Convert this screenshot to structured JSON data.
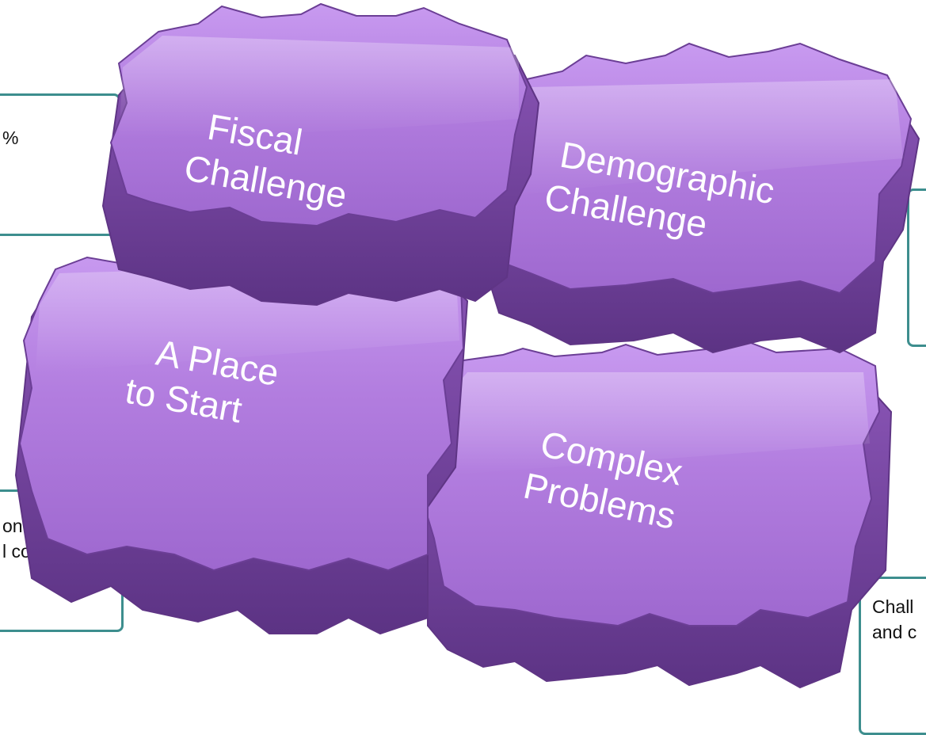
{
  "pieces": {
    "fiscal": {
      "line1": "Fiscal",
      "line2": "Challenge"
    },
    "demographic": {
      "line1": "Demographic",
      "line2": "Challenge"
    },
    "place": {
      "line1": "A Place",
      "line2": "to Start"
    },
    "complex": {
      "line1": "Complex",
      "line2": "Problems"
    }
  },
  "callouts": {
    "top_left": {
      "text": "%"
    },
    "bottom_left": {
      "line1": "on",
      "line2": "l costs"
    },
    "bottom_right": {
      "line1": "Chall",
      "line2": "and c"
    }
  },
  "colors": {
    "piece_top": "#b47fe0",
    "piece_side": "#7d4aa8",
    "piece_edge": "#5f3585",
    "callout_border": "#3d8e8e",
    "label": "#ffffff"
  }
}
